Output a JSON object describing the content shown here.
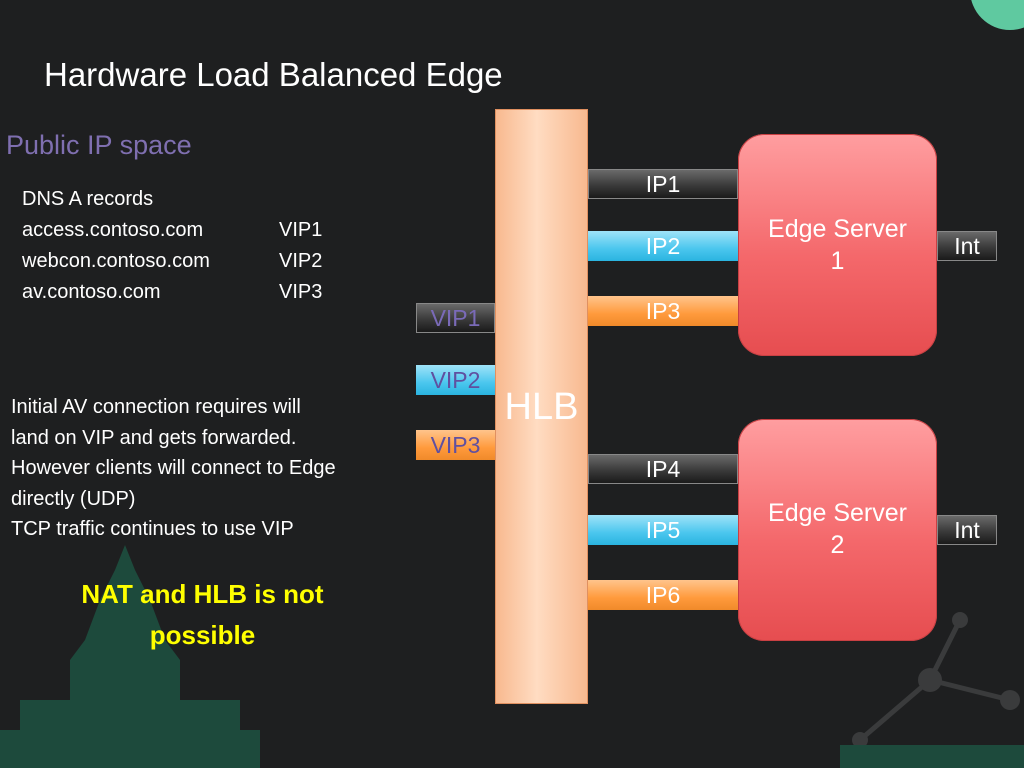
{
  "title": "Hardware Load Balanced Edge",
  "subtitle": "Public IP space",
  "dns": {
    "heading": "DNS A records",
    "records": [
      {
        "name": "access.contoso.com",
        "vip": "VIP1"
      },
      {
        "name": "webcon.contoso.com",
        "vip": "VIP2"
      },
      {
        "name": "av.contoso.com",
        "vip": "VIP3"
      }
    ]
  },
  "note": [
    "Initial AV connection requires will",
    "land on VIP and gets forwarded.",
    "However clients will connect to Edge",
    "directly (UDP)",
    "TCP traffic continues to use VIP"
  ],
  "warning": "NAT and HLB is not possible",
  "hlb_label": "HLB",
  "vips": [
    "VIP1",
    "VIP2",
    "VIP3"
  ],
  "ips": [
    "IP1",
    "IP2",
    "IP3",
    "IP4",
    "IP5",
    "IP6"
  ],
  "servers": [
    {
      "line1": "Edge Server",
      "line2": "1",
      "int_label": "Int"
    },
    {
      "line1": "Edge Server",
      "line2": "2",
      "int_label": "Int"
    }
  ],
  "colors": {
    "background": "#1e1f20",
    "subtitle": "#7f6fb0",
    "warning": "#ffff00",
    "server": "#f4686b",
    "hlb": "#fcc9a6",
    "blue_bar": "#4ac6ee",
    "orange_bar": "#ff9a3c"
  }
}
